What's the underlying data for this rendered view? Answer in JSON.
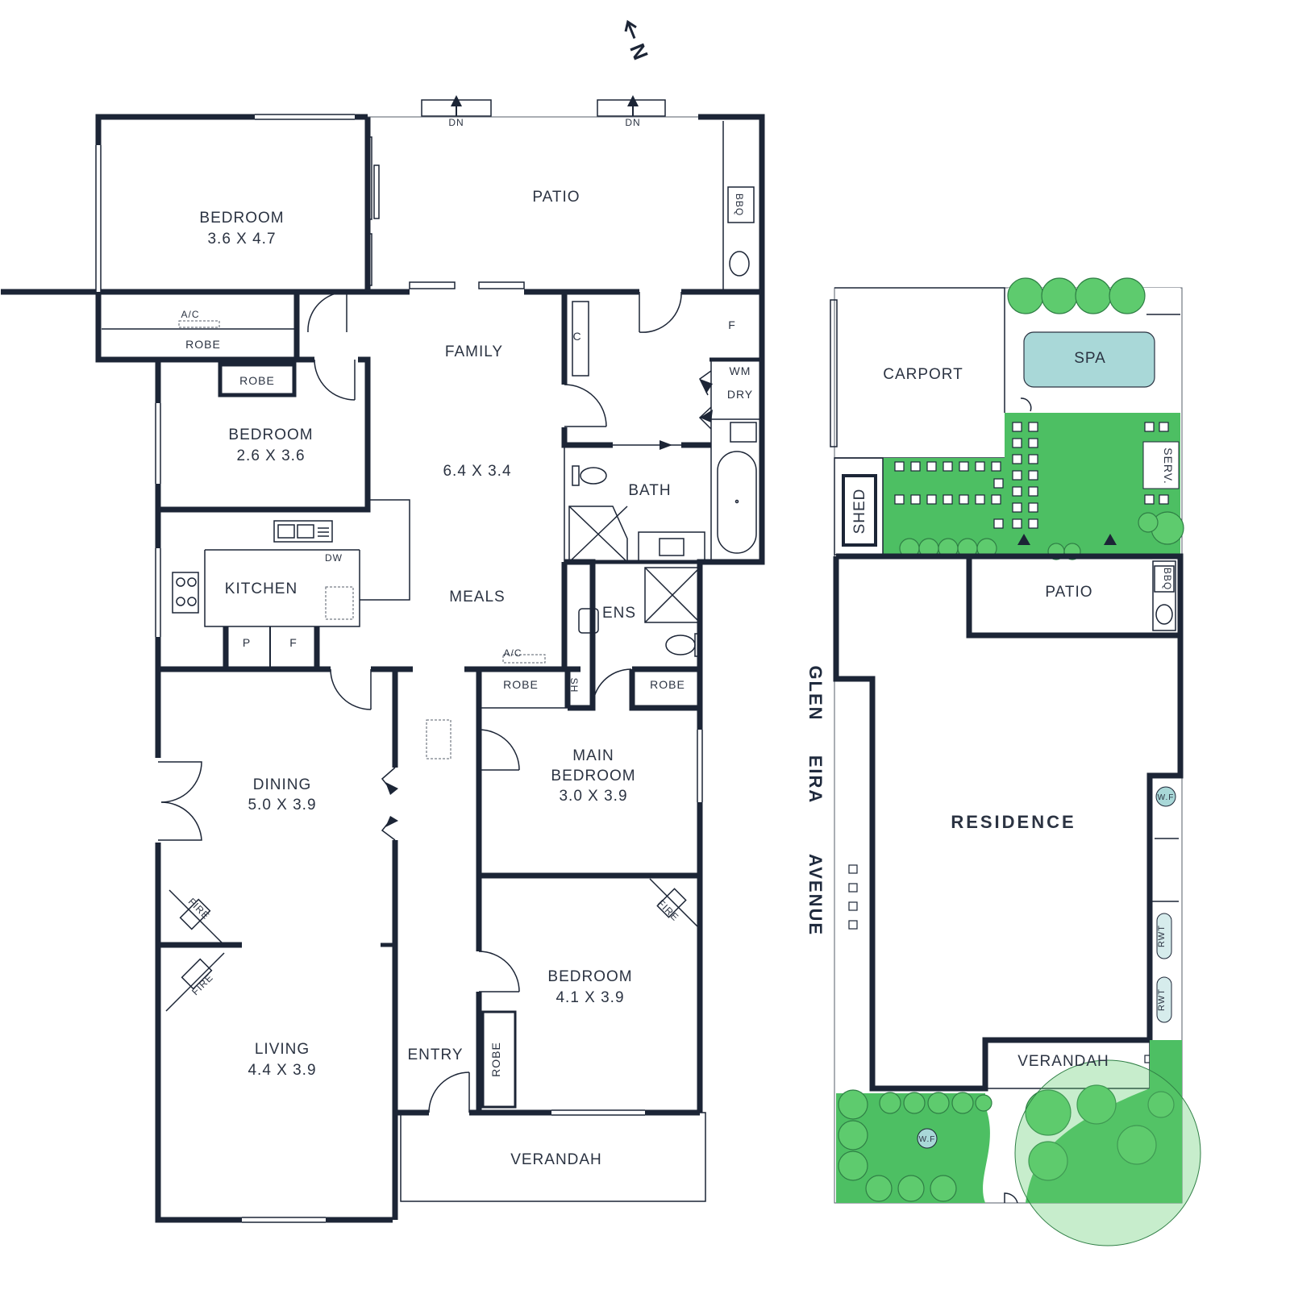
{
  "compass": {
    "north_label": "N"
  },
  "floor_plan": {
    "bedroom_nw": {
      "name": "BEDROOM",
      "size": "3.6 X 4.7"
    },
    "patio": {
      "name": "PATIO",
      "dn_left": "DN",
      "dn_right": "DN",
      "bbq": "BBQ"
    },
    "ac_top": "A/C",
    "robe_nw": "ROBE",
    "family": {
      "name": "FAMILY"
    },
    "family_meals_size": "6.4 X 3.4",
    "meals": {
      "name": "MEALS"
    },
    "cupboard": "C",
    "fridge_laundry": "F",
    "wm": "WM",
    "dry": "DRY",
    "robe_bed2": "ROBE",
    "bedroom_2": {
      "name": "BEDROOM",
      "size": "2.6 X 3.6"
    },
    "bath": {
      "name": "BATH"
    },
    "kitchen": {
      "name": "KITCHEN",
      "dw": "DW",
      "pantry": "P",
      "fridge": "F"
    },
    "ens": {
      "name": "ENS"
    },
    "ac_mid": "A/C",
    "robe_main_left": "ROBE",
    "sh": "SH",
    "robe_main_right": "ROBE",
    "main_bedroom": {
      "name_line1": "MAIN",
      "name_line2": "BEDROOM",
      "size": "3.0 X 3.9"
    },
    "dining": {
      "name": "DINING",
      "size": "5.0 X 3.9"
    },
    "fire_1": "FIRE",
    "fire_2": "FIRE",
    "fire_3": "FIRE",
    "bedroom_se": {
      "name": "BEDROOM",
      "size": "4.1 X 3.9"
    },
    "robe_se": "ROBE",
    "living": {
      "name": "LIVING",
      "size": "4.4 X 3.9"
    },
    "entry": {
      "name": "ENTRY"
    },
    "verandah": {
      "name": "VERANDAH"
    }
  },
  "site_plan": {
    "carport": "CARPORT",
    "spa": "SPA",
    "serv": "SERV.",
    "shed": "SHED",
    "patio": "PATIO",
    "bbq": "BBQ",
    "street_1": "GLEN",
    "street_2": "EIRA",
    "street_3": "AVENUE",
    "residence": "RESIDENCE",
    "wf_1": "W.F",
    "wf_2": "W.F",
    "rwt_1": "RWT",
    "rwt_2": "RWT",
    "verandah": "VERANDAH"
  },
  "colors": {
    "wall": "#1c2536",
    "lawn": "#4dbf63",
    "spa_water": "#a9d8d8",
    "text": "#2b3342"
  }
}
